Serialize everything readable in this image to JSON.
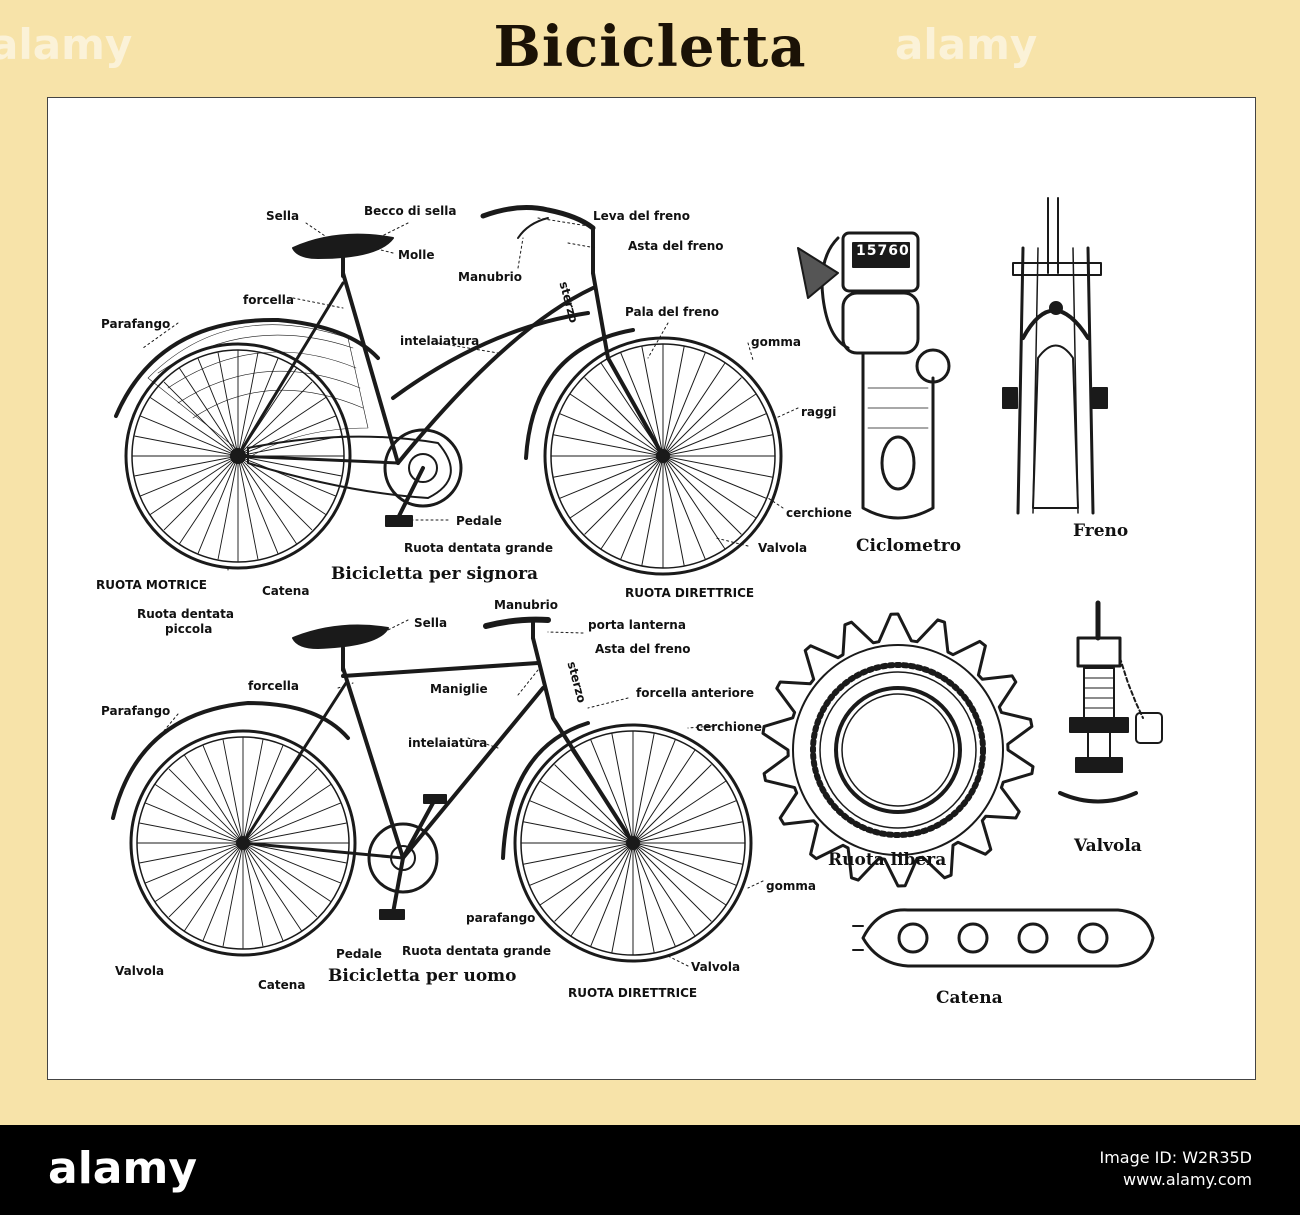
{
  "title": "Bicicletta",
  "watermark": "alamy",
  "footer": {
    "brand": "alamy",
    "image_id": "Image ID: W2R35D",
    "site": "www.alamy.com"
  },
  "captions": {
    "lady_bike": "Bicicletta per signora",
    "man_bike": "Bicicletta per uomo",
    "cyclometer": "Ciclometro",
    "brake": "Freno",
    "freewheel": "Ruota libera",
    "valve": "Valvola",
    "chain": "Catena"
  },
  "counter_digits": "15760",
  "lady_labels": {
    "sella": "Sella",
    "becco": "Becco di sella",
    "leva": "Leva del freno",
    "asta": "Asta del freno",
    "molle": "Molle",
    "manubrio": "Manubrio",
    "sterzo": "sterzo",
    "forcella": "forcella",
    "parafango": "Parafango",
    "intelaiatura": "intelaiatura",
    "pala": "Pala del freno",
    "gomma": "gomma",
    "raggi": "raggi",
    "cerchione": "cerchione",
    "pedale": "Pedale",
    "ruota_dentata_grande": "Ruota dentata grande",
    "valvola": "Valvola",
    "ruota_motrice": "RUOTA MOTRICE",
    "catena": "Catena",
    "ruota_direttrice": "RUOTA DIRETTRICE",
    "ruota_dentata_piccola_1": "Ruota dentata",
    "ruota_dentata_piccola_2": "piccola"
  },
  "man_labels": {
    "manubrio": "Manubrio",
    "sella": "Sella",
    "porta_lanterna": "porta lanterna",
    "asta": "Asta del freno",
    "forcella": "forcella",
    "maniglie": "Maniglie",
    "sterzo": "sterzo",
    "forcella_anteriore": "forcella anteriore",
    "parafango": "Parafango",
    "cerchione": "cerchione",
    "intelaiatura": "intelaiatura",
    "gomma": "gomma",
    "parafango_post": "parafango",
    "pedale": "Pedale",
    "ruota_dentata_grande": "Ruota dentata grande",
    "valvola_left": "Valvola",
    "catena": "Catena",
    "valvola_right": "Valvola",
    "ruota_direttrice": "RUOTA DIRETTRICE"
  }
}
